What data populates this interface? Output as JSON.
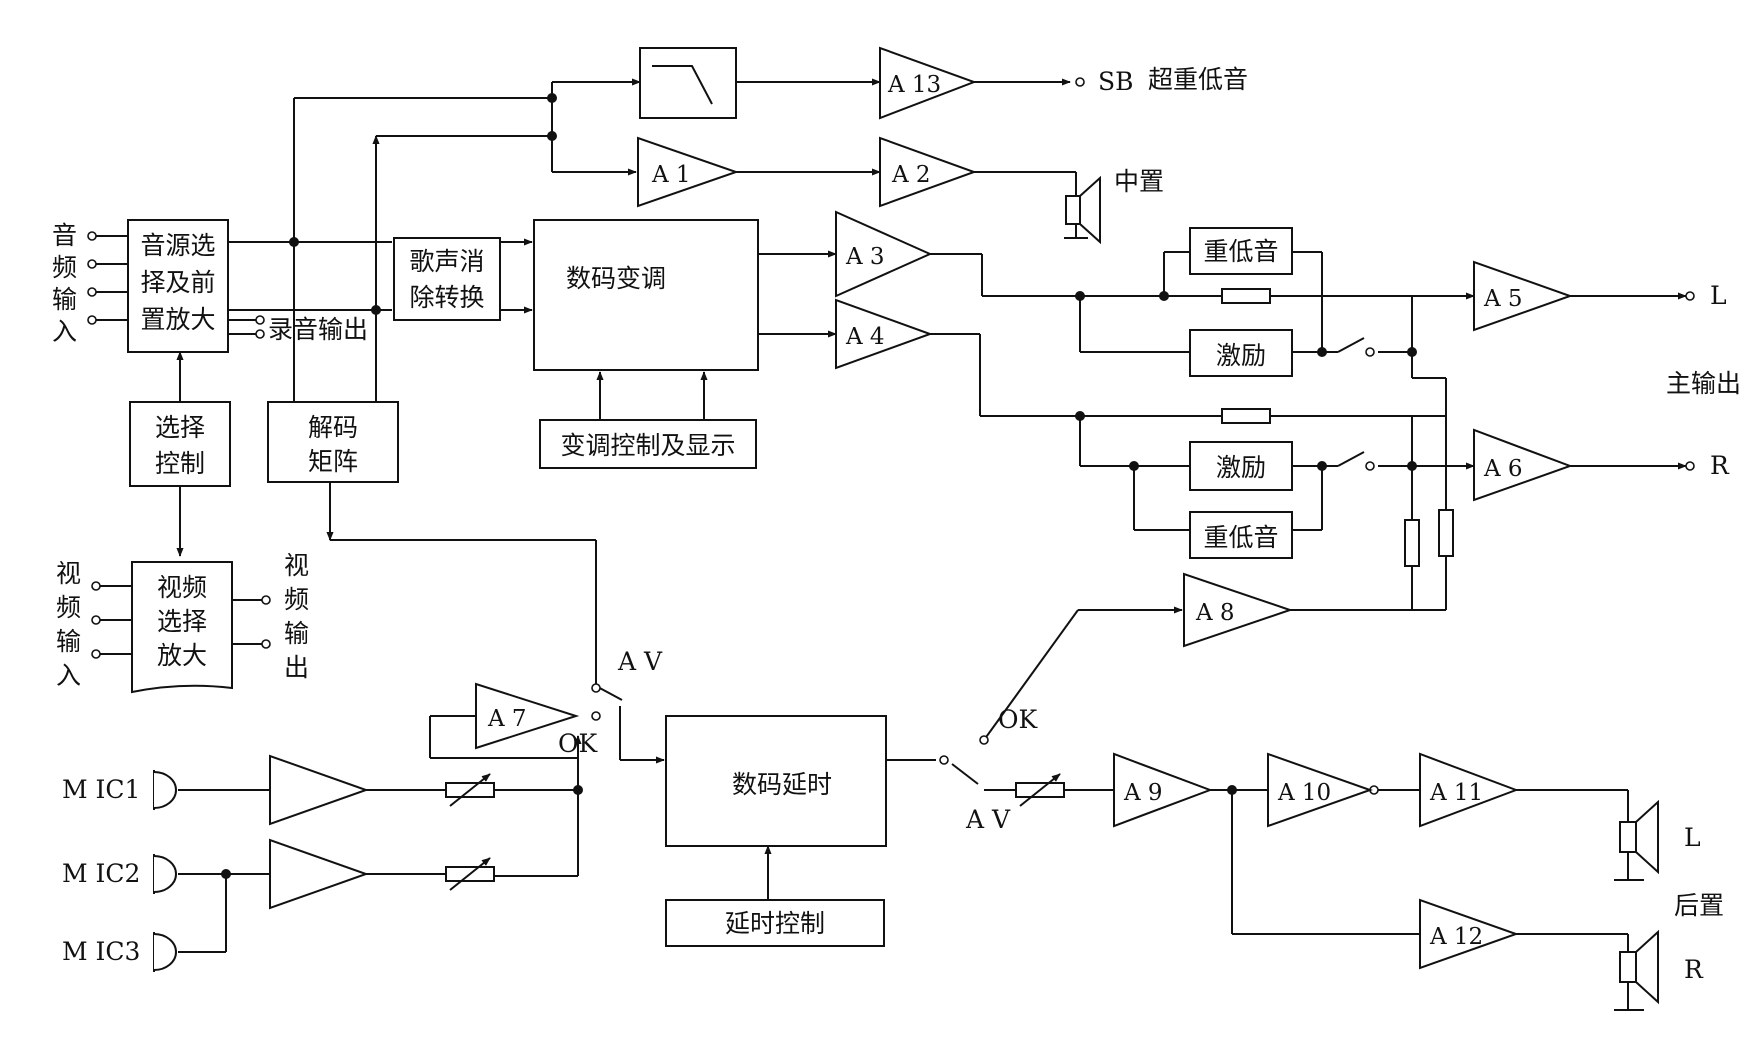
{
  "blocks": {
    "audio_select": [
      "音源选",
      "择及前",
      "置放大"
    ],
    "select_control": [
      "选择",
      "控制"
    ],
    "decode_matrix": [
      "解码",
      "矩阵"
    ],
    "video_amp": [
      "视频",
      "选择",
      "放大"
    ],
    "vocal_cancel": [
      "歌声消",
      "除转换"
    ],
    "digital_pitch": "数码变调",
    "pitch_control": "变调控制及显示",
    "digital_delay": "数码延时",
    "delay_control": "延时控制",
    "bass_l": "重低音",
    "exciter_l": "激励",
    "exciter_r": "激励",
    "bass_r": "重低音"
  },
  "amps": {
    "a1": "A 1",
    "a2": "A 2",
    "a3": "A 3",
    "a4": "A 4",
    "a5": "A 5",
    "a6": "A 6",
    "a7": "A 7",
    "a8": "A 8",
    "a9": "A 9",
    "a10": "A 10",
    "a11": "A 11",
    "a12": "A 12",
    "a13": "A 13"
  },
  "labels": {
    "audio_in": [
      "音",
      "频",
      "输",
      "入"
    ],
    "video_in": [
      "视",
      "频",
      "输",
      "入"
    ],
    "video_out": [
      "视",
      "频",
      "输",
      "出"
    ],
    "record_out": "录音输出",
    "sb_code": "SB",
    "subwoofer": "超重低音",
    "center": "中置",
    "main_l": "L",
    "main_out": "主输出",
    "main_r": "R",
    "rear_l": "L",
    "rear": "后置",
    "rear_r": "R",
    "mic1": "M IC1",
    "mic2": "M IC2",
    "mic3": "M IC3",
    "av1": "A V",
    "ok1": "OK",
    "ok2": "OK",
    "av2": "A V"
  }
}
